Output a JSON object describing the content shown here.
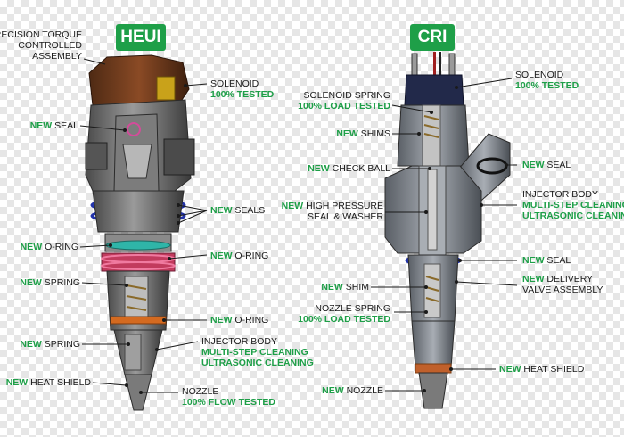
{
  "badges": {
    "left": "HEUI",
    "right": "CRI"
  },
  "colors": {
    "accent": "#1e9f48",
    "text": "#1a1a1a",
    "leader": "#1a1a1a"
  },
  "heui": {
    "top_label": [
      "PRECISION TORQUE",
      "CONTROLLED",
      "ASSEMBLY"
    ],
    "solenoid": {
      "name": "SOLENOID",
      "status": "100% TESTED"
    },
    "seal": {
      "tag": "NEW",
      "text": "SEAL"
    },
    "seals": {
      "tag": "NEW",
      "text": "SEALS"
    },
    "oring_left": {
      "tag": "NEW",
      "text": "O-RING"
    },
    "oring_right1": {
      "tag": "NEW",
      "text": "O-RING"
    },
    "spring1": {
      "tag": "NEW",
      "text": "SPRING"
    },
    "oring_right2": {
      "tag": "NEW",
      "text": "O-RING"
    },
    "spring2": {
      "tag": "NEW",
      "text": "SPRING"
    },
    "injector_body": {
      "name": "INJECTOR BODY",
      "line2": "MULTI-STEP CLEANING",
      "line3": "ULTRASONIC CLEANING"
    },
    "heat_shield": {
      "tag": "NEW",
      "text": "HEAT SHIELD"
    },
    "nozzle": {
      "name": "NOZZLE",
      "status": "100% FLOW TESTED"
    }
  },
  "cri": {
    "solenoid": {
      "name": "SOLENOID",
      "status": "100% TESTED"
    },
    "solenoid_spring": {
      "name": "SOLENOID SPRING",
      "status": "100% LOAD TESTED"
    },
    "shims": {
      "tag": "NEW",
      "text": "SHIMS"
    },
    "check_ball": {
      "tag": "NEW",
      "text": "CHECK BALL"
    },
    "seal_right": {
      "tag": "NEW",
      "text": "SEAL"
    },
    "high_pressure": {
      "tag": "NEW",
      "text": "HIGH PRESSURE",
      "line2": "SEAL & WASHER"
    },
    "injector_body": {
      "name": "INJECTOR BODY",
      "line2": "MULTI-STEP CLEANING",
      "line3": "ULTRASONIC CLEANING"
    },
    "seal_lower": {
      "tag": "NEW",
      "text": "SEAL"
    },
    "shim": {
      "tag": "NEW",
      "text": "SHIM"
    },
    "delivery_valve": {
      "tag": "NEW",
      "text": "DELIVERY",
      "line2": "VALVE ASSEMBLY"
    },
    "nozzle_spring": {
      "name": "NOZZLE SPRING",
      "status": "100% LOAD TESTED"
    },
    "heat_shield": {
      "tag": "NEW",
      "text": "HEAT SHIELD"
    },
    "nozzle": {
      "tag": "NEW",
      "text": "NOZZLE"
    }
  }
}
